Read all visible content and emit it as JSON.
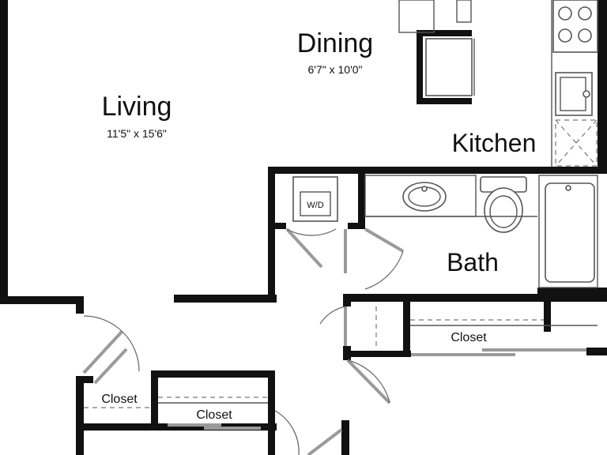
{
  "rooms": {
    "living": {
      "name": "Living",
      "dimensions": "11'5\" x 15'6\""
    },
    "dining": {
      "name": "Dining",
      "dimensions": "6'7\" x 10'0\""
    },
    "kitchen": {
      "name": "Kitchen"
    },
    "bath": {
      "name": "Bath"
    }
  },
  "closets": {
    "label": "Closet"
  },
  "appliances": {
    "washer_dryer": "W/D"
  },
  "colors": {
    "wall": "#111111",
    "door": "#9a9a9a",
    "background": "#ffffff"
  }
}
